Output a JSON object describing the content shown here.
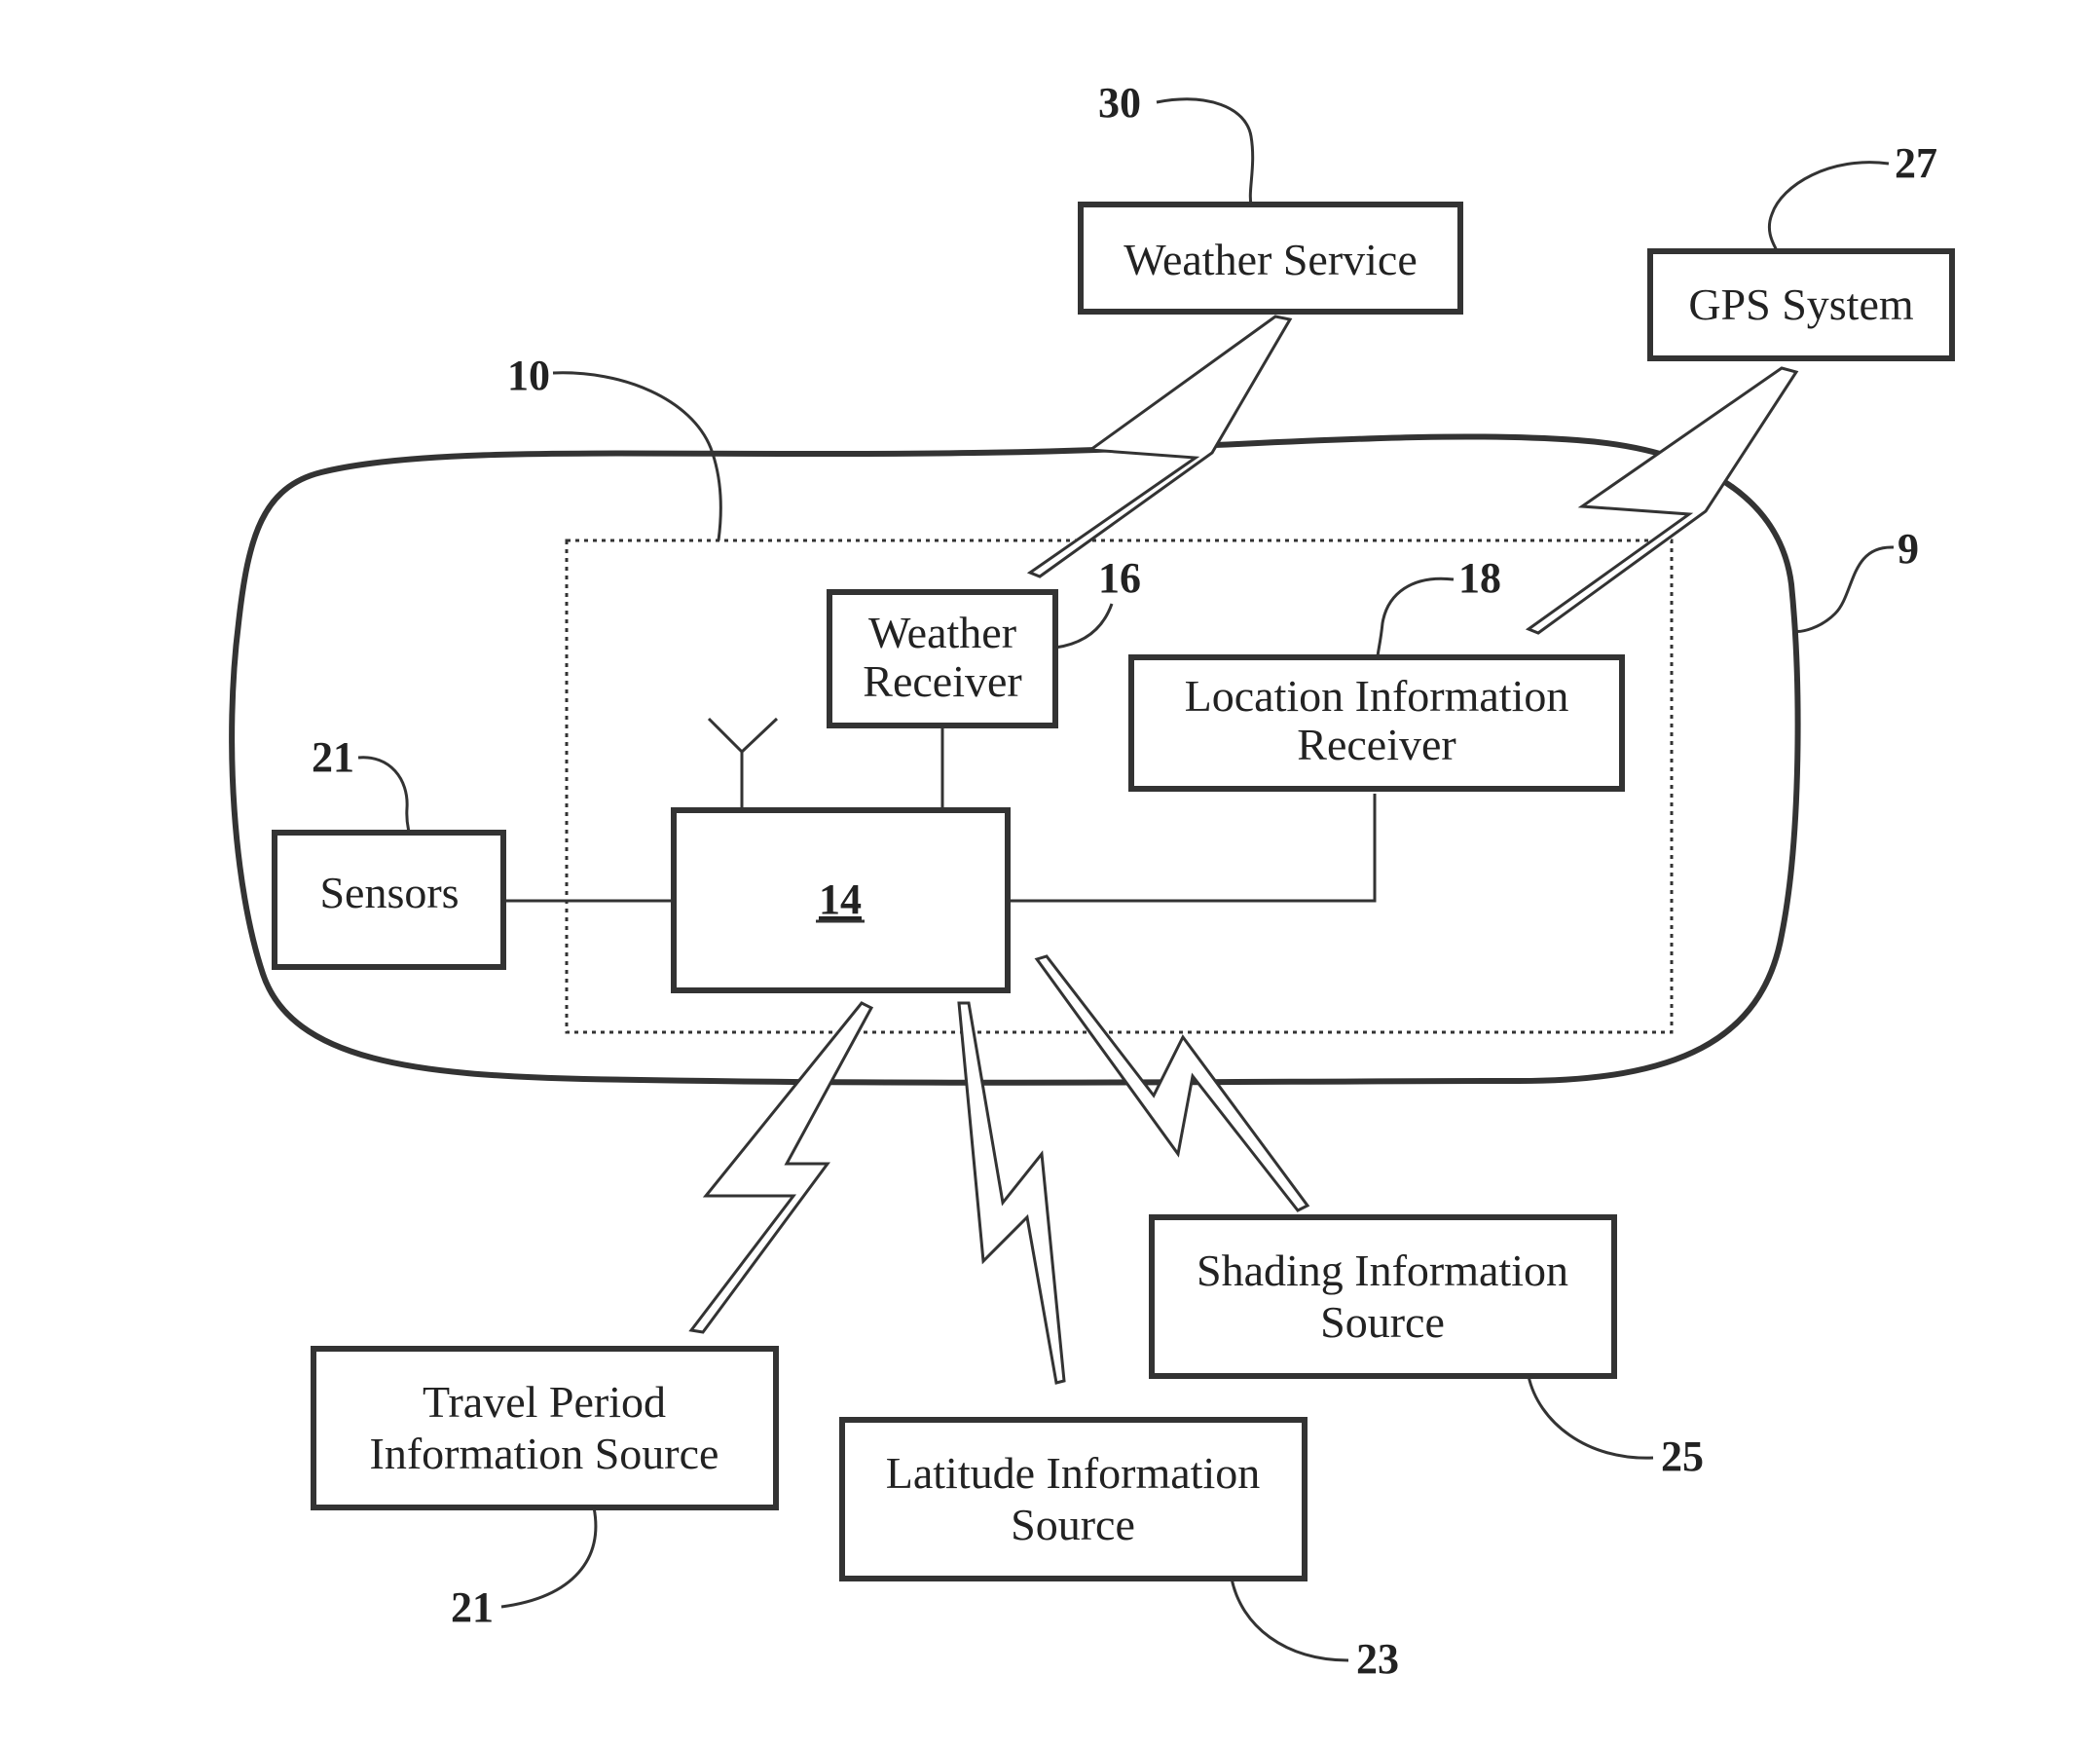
{
  "boxes": {
    "weather_service": {
      "label": "Weather Service"
    },
    "gps_system": {
      "label": "GPS System"
    },
    "weather_receiver": {
      "line1": "Weather",
      "line2": "Receiver"
    },
    "location_receiver": {
      "line1": "Location Information",
      "line2": "Receiver"
    },
    "sensors": {
      "label": "Sensors"
    },
    "controller": {
      "label": "14"
    },
    "travel_period_source": {
      "line1": "Travel Period",
      "line2": "Information Source"
    },
    "latitude_source": {
      "line1": "Latitude Information",
      "line2": "Source"
    },
    "shading_source": {
      "line1": "Shading Information",
      "line2": "Source"
    }
  },
  "reference_numerals": {
    "vehicle": "9",
    "system": "10",
    "weather_receiver": "16",
    "location_receiver": "18",
    "sensors": "21",
    "travel_period_source": "21",
    "latitude_source": "23",
    "shading_source": "25",
    "gps_system": "27",
    "weather_service": "30"
  }
}
